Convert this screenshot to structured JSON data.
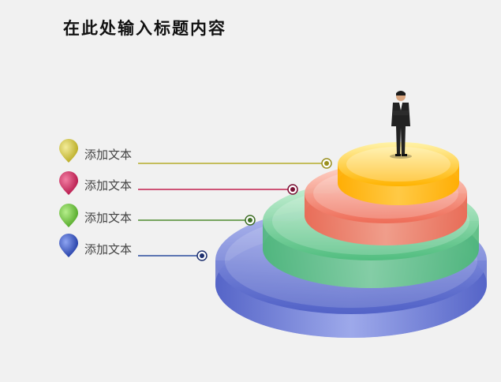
{
  "title": "在此处输入标题内容",
  "items": [
    {
      "label": "添加文本",
      "color": "#c7bd3a",
      "tier": "top"
    },
    {
      "label": "添加文本",
      "color": "#c9245c",
      "tier": "second"
    },
    {
      "label": "添加文本",
      "color": "#6fbd3a",
      "tier": "third"
    },
    {
      "label": "添加文本",
      "color": "#2d4fb5",
      "tier": "bottom"
    }
  ],
  "tier_colors": {
    "top": "#ffc21f",
    "second": "#f27c66",
    "third": "#6fcf94",
    "bottom": "#6f7fd6"
  },
  "figure": {
    "description_icon": "businessman-figure"
  }
}
